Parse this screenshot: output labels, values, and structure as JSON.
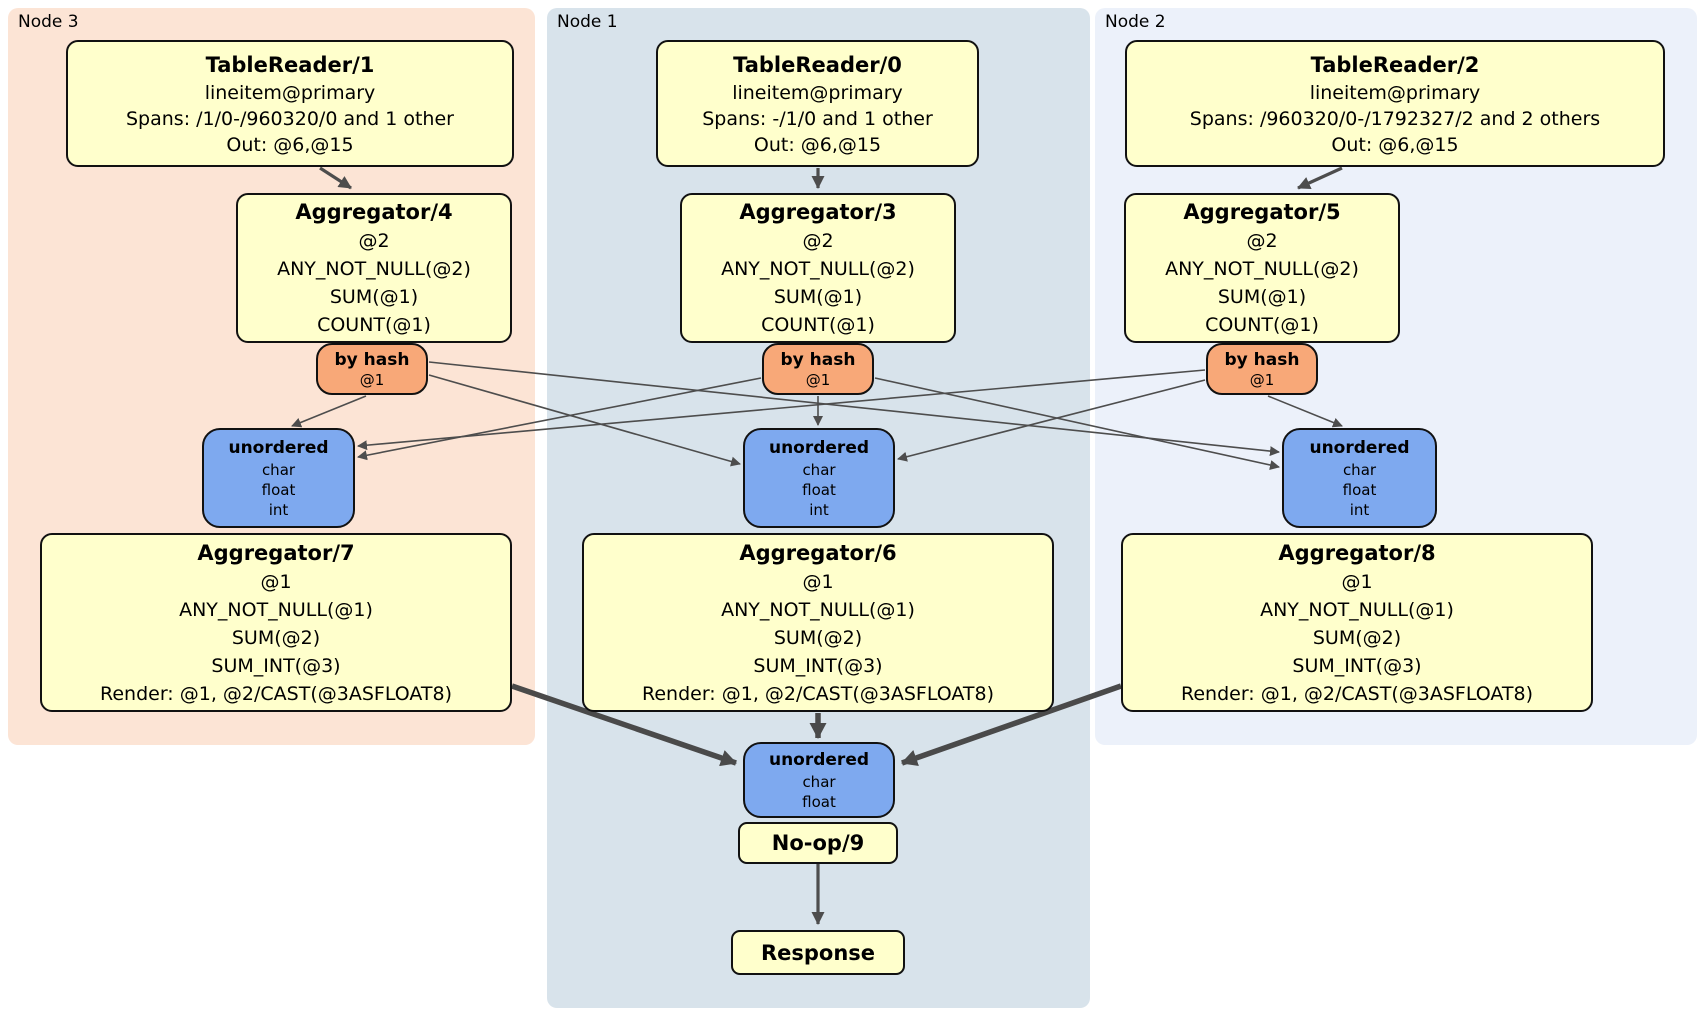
{
  "colors": {
    "node3_bg": "#fce4d5",
    "node1_bg": "#d8e3eb",
    "node2_bg": "#ecf1fa",
    "processor_box": "#ffffcc",
    "router_box": "#f8a878",
    "sync_box": "#7ea9ef",
    "edge": "#4d4d4d"
  },
  "node3": {
    "label": "Node 3",
    "table_reader": {
      "title": "TableReader/1",
      "lines": [
        "lineitem@primary",
        "Spans: /1/0-/960320/0 and 1 other",
        "Out: @6,@15"
      ]
    },
    "agg_top": {
      "title": "Aggregator/4",
      "lines": [
        "@2",
        "ANY_NOT_NULL(@2)",
        "SUM(@1)",
        "COUNT(@1)"
      ]
    },
    "router": {
      "title": "by hash",
      "sub": "@1"
    },
    "sync": {
      "title": "unordered",
      "lines": [
        "char",
        "float",
        "int"
      ]
    },
    "agg_bottom": {
      "title": "Aggregator/7",
      "lines": [
        "@1",
        "ANY_NOT_NULL(@1)",
        "SUM(@2)",
        "SUM_INT(@3)",
        "Render: @1, @2/CAST(@3ASFLOAT8)"
      ]
    }
  },
  "node1": {
    "label": "Node 1",
    "table_reader": {
      "title": "TableReader/0",
      "lines": [
        "lineitem@primary",
        "Spans: -/1/0 and 1 other",
        "Out: @6,@15"
      ]
    },
    "agg_top": {
      "title": "Aggregator/3",
      "lines": [
        "@2",
        "ANY_NOT_NULL(@2)",
        "SUM(@1)",
        "COUNT(@1)"
      ]
    },
    "router": {
      "title": "by hash",
      "sub": "@1"
    },
    "sync": {
      "title": "unordered",
      "lines": [
        "char",
        "float",
        "int"
      ]
    },
    "agg_bottom": {
      "title": "Aggregator/6",
      "lines": [
        "@1",
        "ANY_NOT_NULL(@1)",
        "SUM(@2)",
        "SUM_INT(@3)",
        "Render: @1, @2/CAST(@3ASFLOAT8)"
      ]
    },
    "final_sync": {
      "title": "unordered",
      "lines": [
        "char",
        "float"
      ]
    },
    "noop": {
      "title": "No-op/9"
    },
    "response": {
      "title": "Response"
    }
  },
  "node2": {
    "label": "Node 2",
    "table_reader": {
      "title": "TableReader/2",
      "lines": [
        "lineitem@primary",
        "Spans: /960320/0-/1792327/2 and 2 others",
        "Out: @6,@15"
      ]
    },
    "agg_top": {
      "title": "Aggregator/5",
      "lines": [
        "@2",
        "ANY_NOT_NULL(@2)",
        "SUM(@1)",
        "COUNT(@1)"
      ]
    },
    "router": {
      "title": "by hash",
      "sub": "@1"
    },
    "sync": {
      "title": "unordered",
      "lines": [
        "char",
        "float",
        "int"
      ]
    },
    "agg_bottom": {
      "title": "Aggregator/8",
      "lines": [
        "@1",
        "ANY_NOT_NULL(@1)",
        "SUM(@2)",
        "SUM_INT(@3)",
        "Render: @1, @2/CAST(@3ASFLOAT8)"
      ]
    }
  }
}
